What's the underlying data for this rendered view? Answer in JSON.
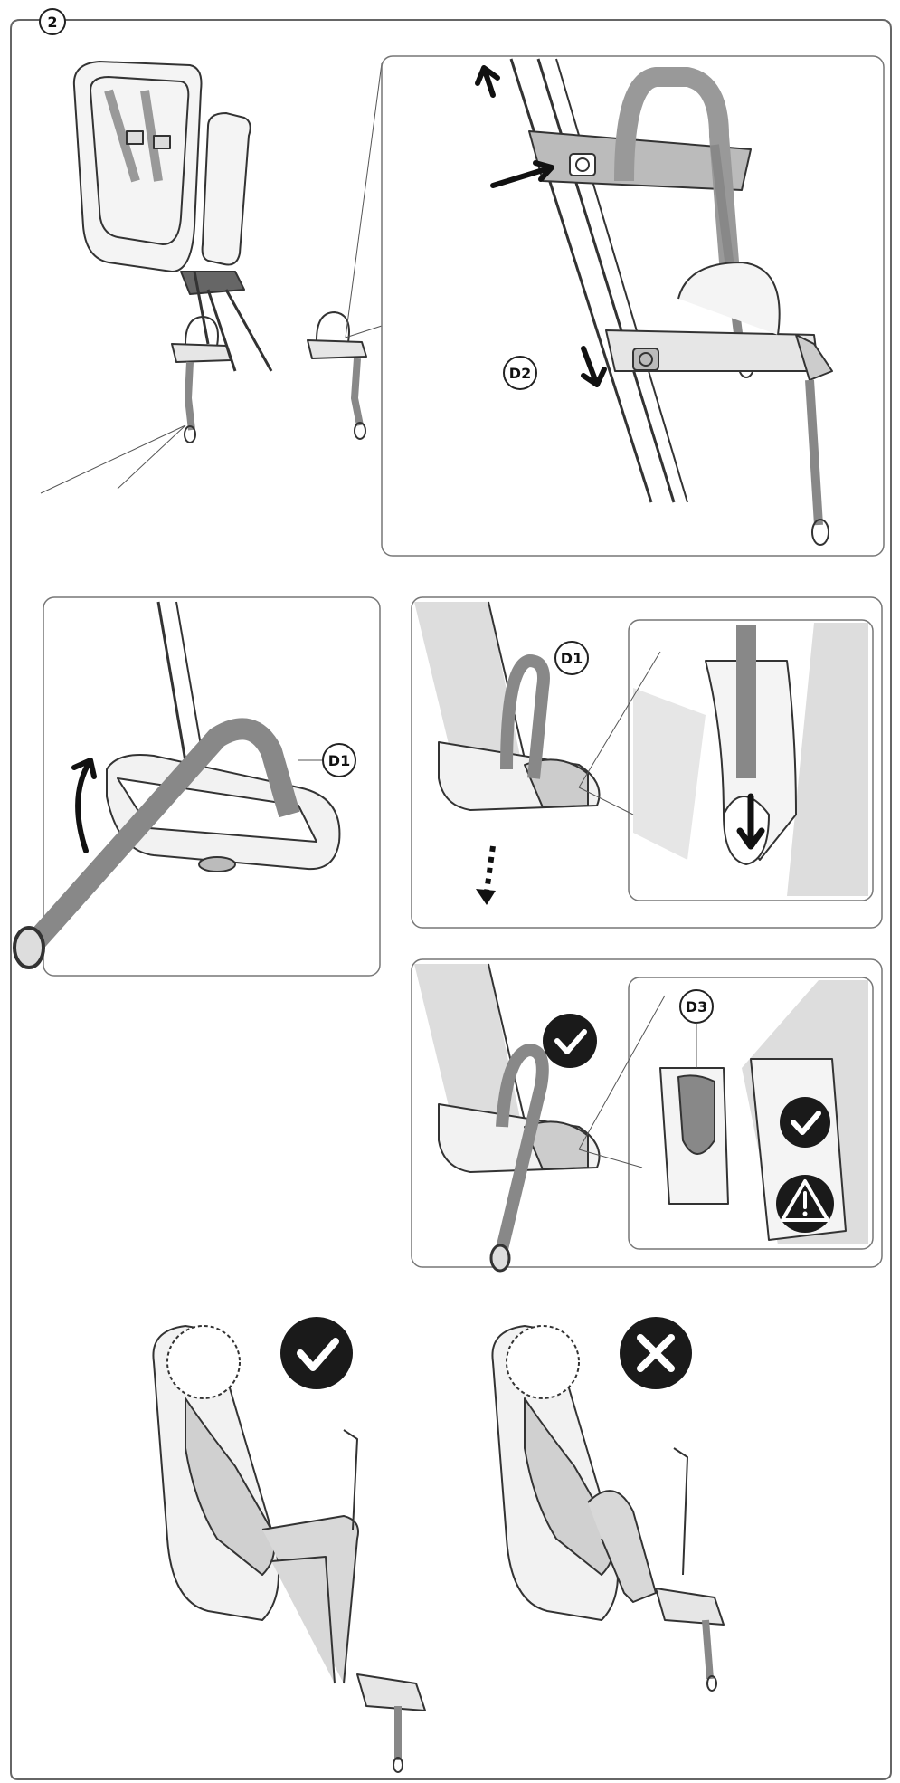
{
  "step": {
    "number": "2"
  },
  "callouts": {
    "d2": "D2",
    "d1_left": "D1",
    "d1_right": "D1",
    "d3": "D3"
  },
  "icons": {
    "check_small": "check-icon",
    "check_detail": "check-icon",
    "warning": "warning-icon",
    "check_large": "check-icon",
    "cross_large": "cross-icon"
  },
  "colors": {
    "line": "#333333",
    "panel_border": "#777777",
    "strap": "#8a8a8a",
    "fill_light": "#e6e6e6",
    "fill_mid": "#c8c8c8",
    "icon_dark": "#1a1a1a"
  }
}
